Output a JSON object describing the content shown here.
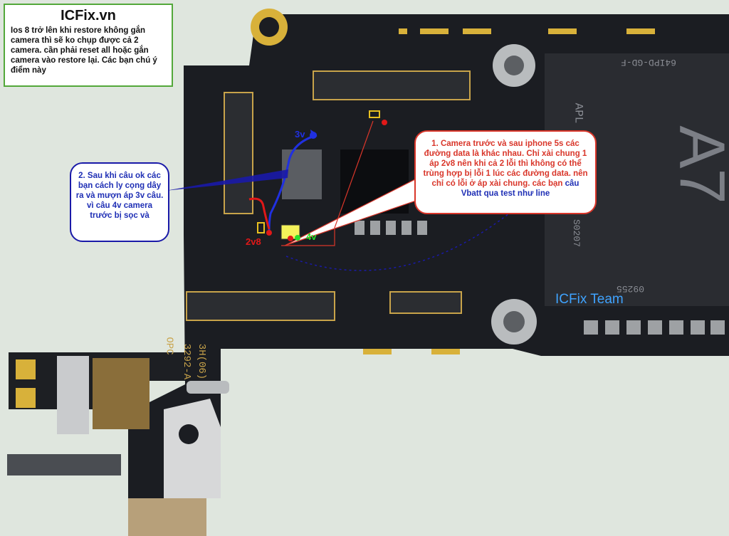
{
  "brand_box": {
    "title": "ICFix.vn",
    "text": "Ios 8 trở lên khi restore không gắn camera thì sẽ ko chụp được cả 2 camera. cần phải reset all hoặc gắn camera vào restore lại. Các bạn chú ý điểm này"
  },
  "note_left": {
    "text": "2. Sau khi câu ok các bạn cách ly cọng dây ra và mượn áp 3v câu. vì câu 4v camera trước bị sọc và"
  },
  "note_right": {
    "text": "1. Camera trước và sau iphone 5s các đường data là khác nhau. Chỉ xài chung 1 áp 2v8 nên khi cả 2 lỗi thì không có thể trùng hợp bị lỗi 1 lúc các đường data. nên chỉ có lỗi ở áp xài chung. các bạn ",
    "tail": "câu Vbatt qua test như line"
  },
  "labels": {
    "v3": "3v",
    "v2v8": "2v8",
    "v4": "4v"
  },
  "team_label": "ICFix Team",
  "silkscreen": {
    "line1": "OPC",
    "line2": "3292-A",
    "line3": "3H(06)"
  },
  "chip_marks": {
    "top": "64IPD-GD-F",
    "apl": "APL",
    "a7": "A7",
    "code1": "S0207",
    "code2": "09255"
  },
  "colors": {
    "board": "#1a1c20",
    "gold": "#d8b13a",
    "note_red": "#d9362a",
    "note_blue": "#1f2fb5",
    "team": "#3fa3ff"
  }
}
